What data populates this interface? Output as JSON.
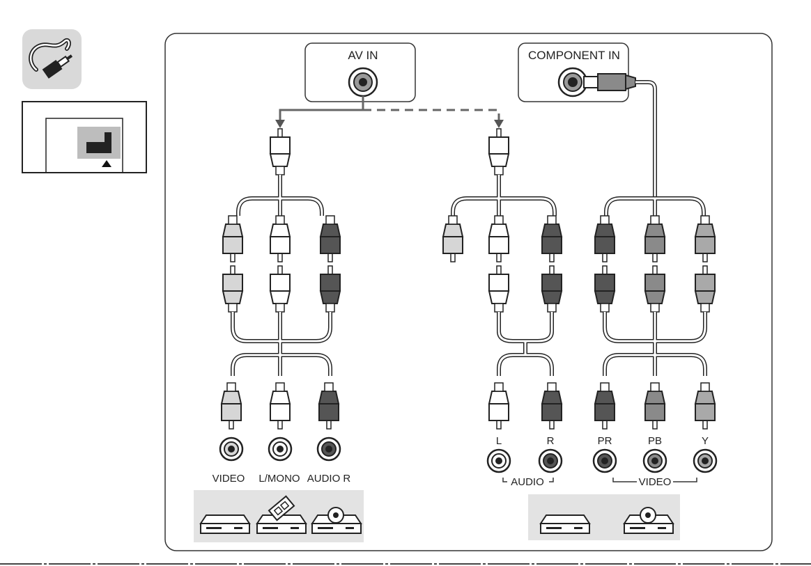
{
  "panels": {
    "av_in_title": "AV IN",
    "component_in_title": "COMPONENT IN"
  },
  "av_jack_labels": [
    "VIDEO",
    "L/MONO",
    "AUDIO R"
  ],
  "component_jack_labels": [
    "L",
    "R",
    "PR",
    "PB",
    "Y"
  ],
  "component_groups": {
    "audio": "AUDIO",
    "video": "VIDEO"
  },
  "icons": {
    "cable": "cable-icon",
    "port_location": "port-location-icon",
    "dvd_player": "dvd-player-icon",
    "vcr": "vcr-icon",
    "disc_player": "disc-player-icon"
  },
  "colors": {
    "gray_plug": "#d6d6d6",
    "white_plug": "#ffffff",
    "dark_plug": "#555555",
    "mid_plug": "#8a8a8a",
    "light_plug": "#a9a9a9",
    "device_bar": "#e3e3e3"
  }
}
